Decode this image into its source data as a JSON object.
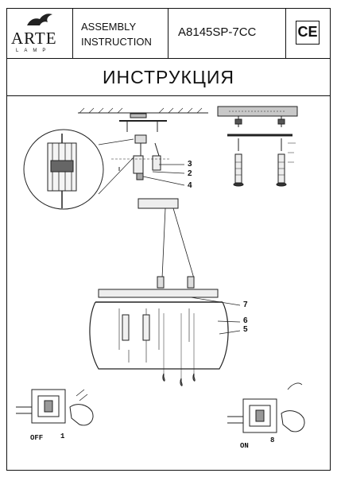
{
  "header": {
    "logo": "ARTE",
    "logo_sub": "LAMP",
    "title_line1": "ASSEMBLY",
    "title_line2": "INSTRUCTION",
    "model": "A8145SP-7CC",
    "ce_mark": "CE"
  },
  "page_title": "ИНСТРУКЦИЯ",
  "callouts": [
    "3",
    "2",
    "4",
    "7",
    "6",
    "5"
  ],
  "switches": {
    "off_label": "OFF",
    "off_number": "1",
    "on_label": "ON",
    "on_number": "8"
  }
}
